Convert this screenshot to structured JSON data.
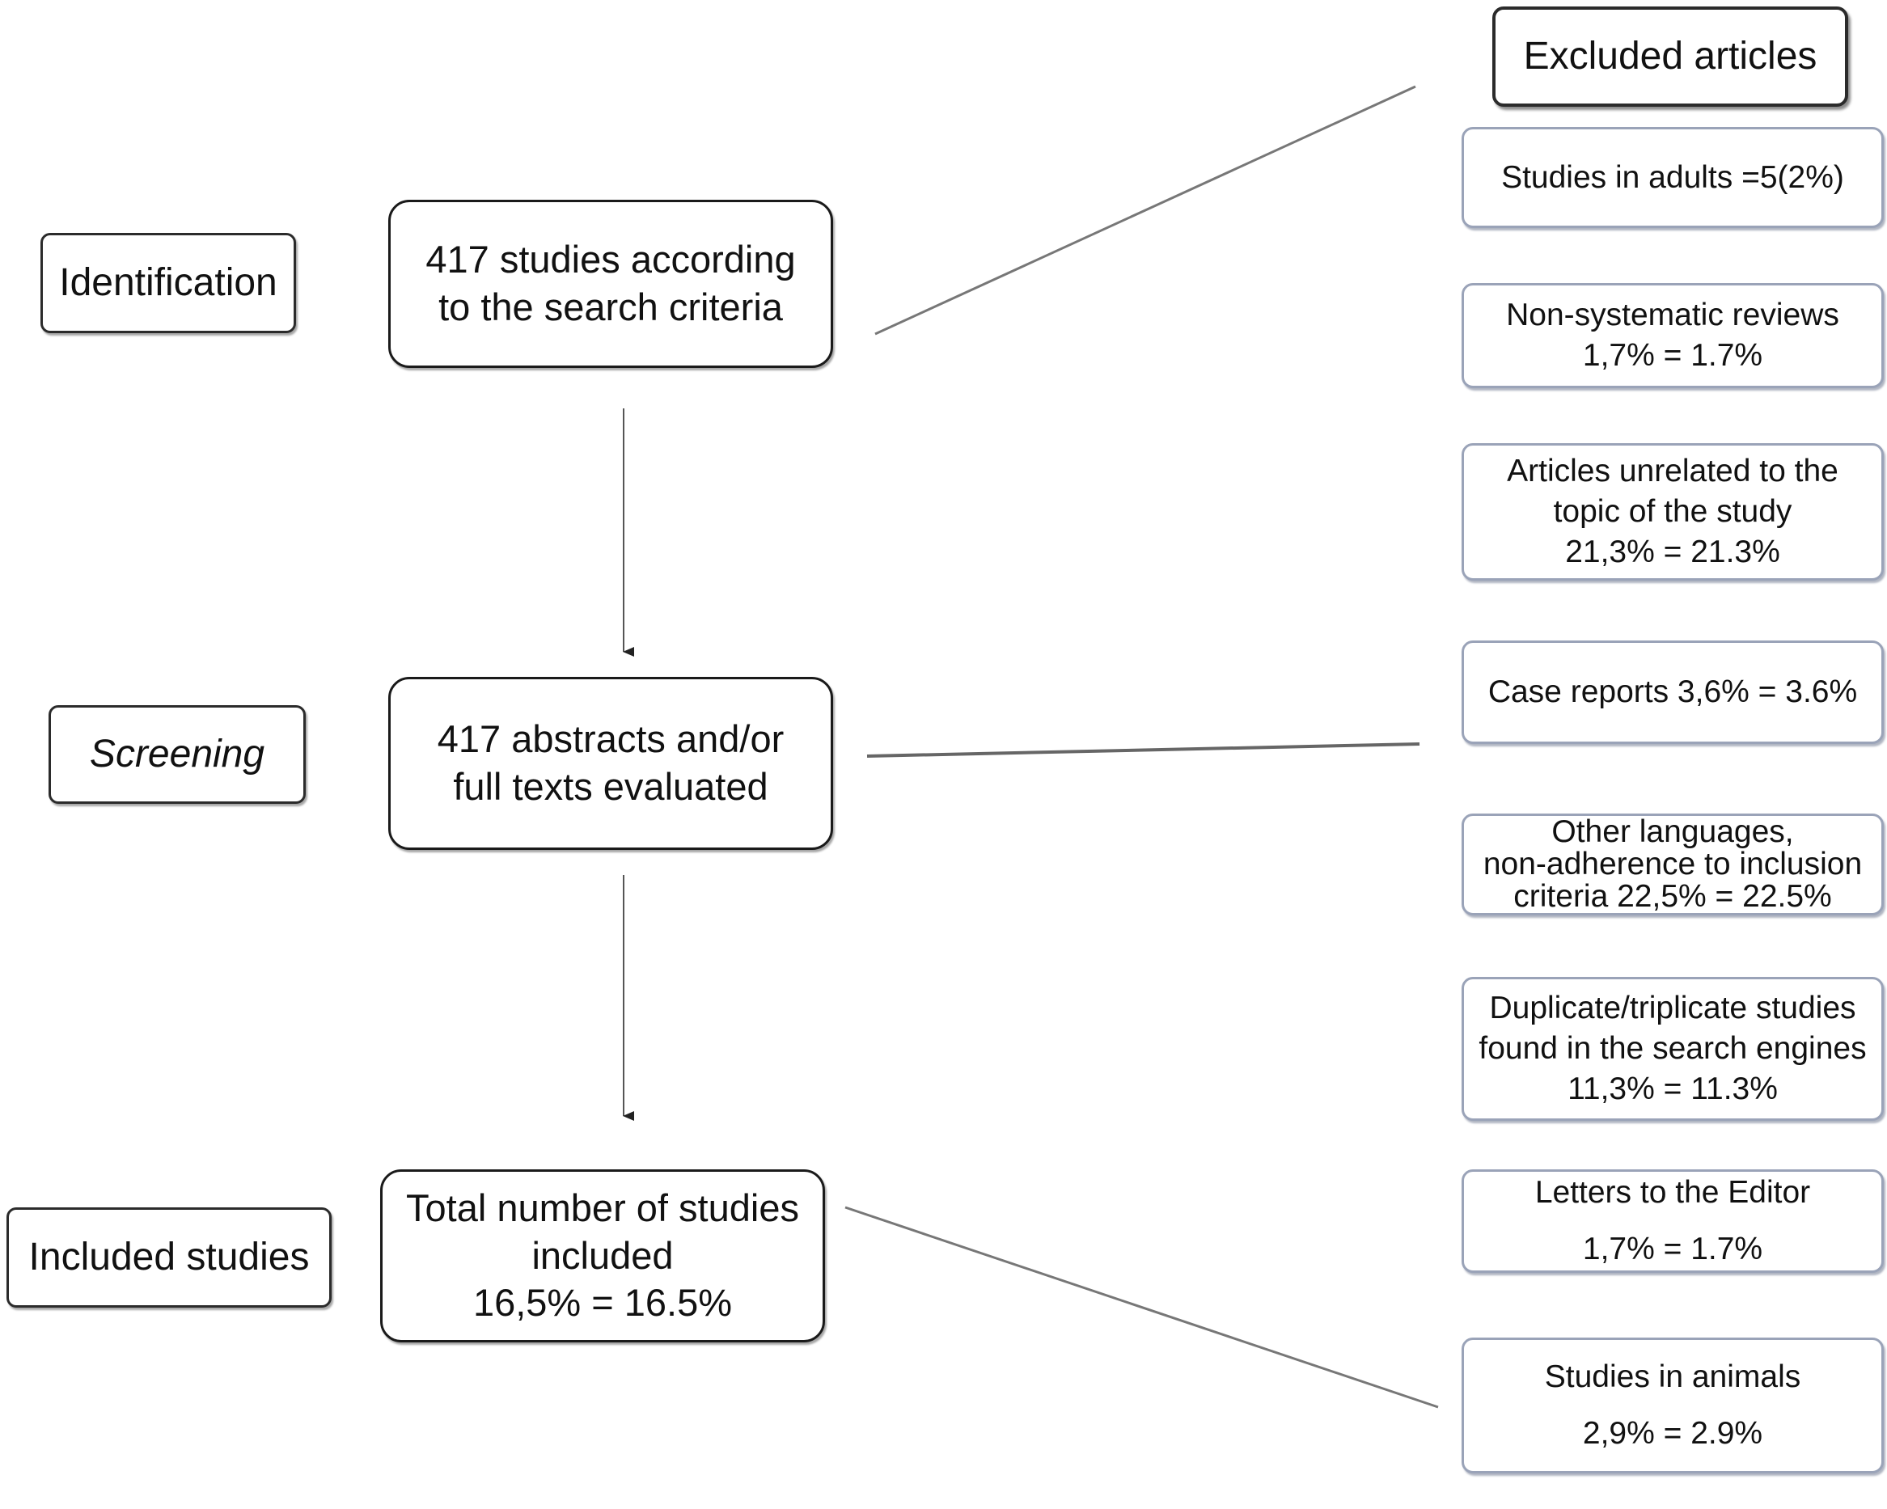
{
  "stages": {
    "identification": "Identification",
    "screening": "Screening",
    "included": "Included studies"
  },
  "flow": {
    "identified": [
      "417 studies according",
      "to the search criteria"
    ],
    "screened": [
      "417 abstracts and/or",
      "full texts evaluated"
    ],
    "included": [
      "Total number of studies",
      "included",
      "16,5% = 16.5%"
    ]
  },
  "excluded": {
    "header": "Excluded articles",
    "items": [
      {
        "lines": [
          "Studies in adults =5(2%)"
        ]
      },
      {
        "lines": [
          "Non-systematic reviews",
          "1,7% = 1.7%"
        ]
      },
      {
        "lines": [
          "Articles unrelated to the",
          "topic of the study",
          "21,3% = 21.3%"
        ]
      },
      {
        "lines": [
          "Case reports 3,6% = 3.6%"
        ]
      },
      {
        "lines": [
          "Other languages,",
          "non-adherence to inclusion",
          "criteria  22,5% = 22.5%"
        ]
      },
      {
        "lines": [
          "Duplicate/triplicate studies",
          "found in the search engines",
          "11,3% = 11.3%"
        ]
      },
      {
        "lines": [
          "Letters to the Editor",
          "1,7% = 1.7%"
        ]
      },
      {
        "lines": [
          "Studies in animals",
          "2,9% = 2.9%"
        ]
      }
    ]
  },
  "colors": {
    "box_border": "#1a1a1a",
    "excluded_border": "#9aa3b8",
    "connector": "#666666"
  }
}
